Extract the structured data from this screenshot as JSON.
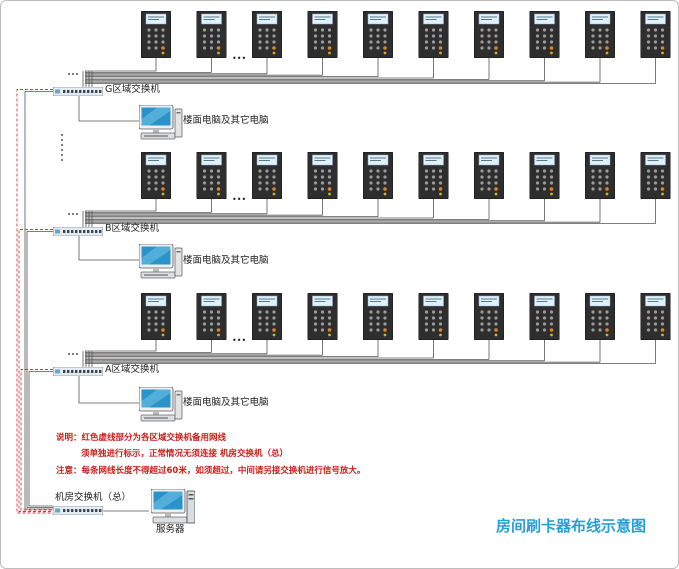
{
  "diagram": {
    "title": "房间刷卡器布线示意图",
    "colors": {
      "backup_line": "#d63a3a",
      "main_line": "#555555",
      "title": "#2b9fd4",
      "note": "#c8201c"
    },
    "ellipsis": "•••",
    "groups": [
      {
        "switch_label": "G区域交换机",
        "pc_label": "楼面电脑及其它电脑",
        "reader_count": 10
      },
      {
        "switch_label": "B区域交换机",
        "pc_label": "楼面电脑及其它电脑",
        "reader_count": 10
      },
      {
        "switch_label": "A区域交换机",
        "pc_label": "楼面电脑及其它电脑",
        "reader_count": 10
      }
    ],
    "core": {
      "switch_label": "机房交换机（总）",
      "server_label": "服务器"
    },
    "notes": {
      "explain_label": "说明：",
      "explain_line1": "红色虚线部分为各区域交换机备用网线",
      "explain_line2": "须单独进行标示，正常情况无须连接 机房交换机（总）",
      "attention_label": "注意：",
      "attention_text": "每条网线长度不得超过60米，如须超过，中间请另接交换机进行信号放大。"
    }
  }
}
